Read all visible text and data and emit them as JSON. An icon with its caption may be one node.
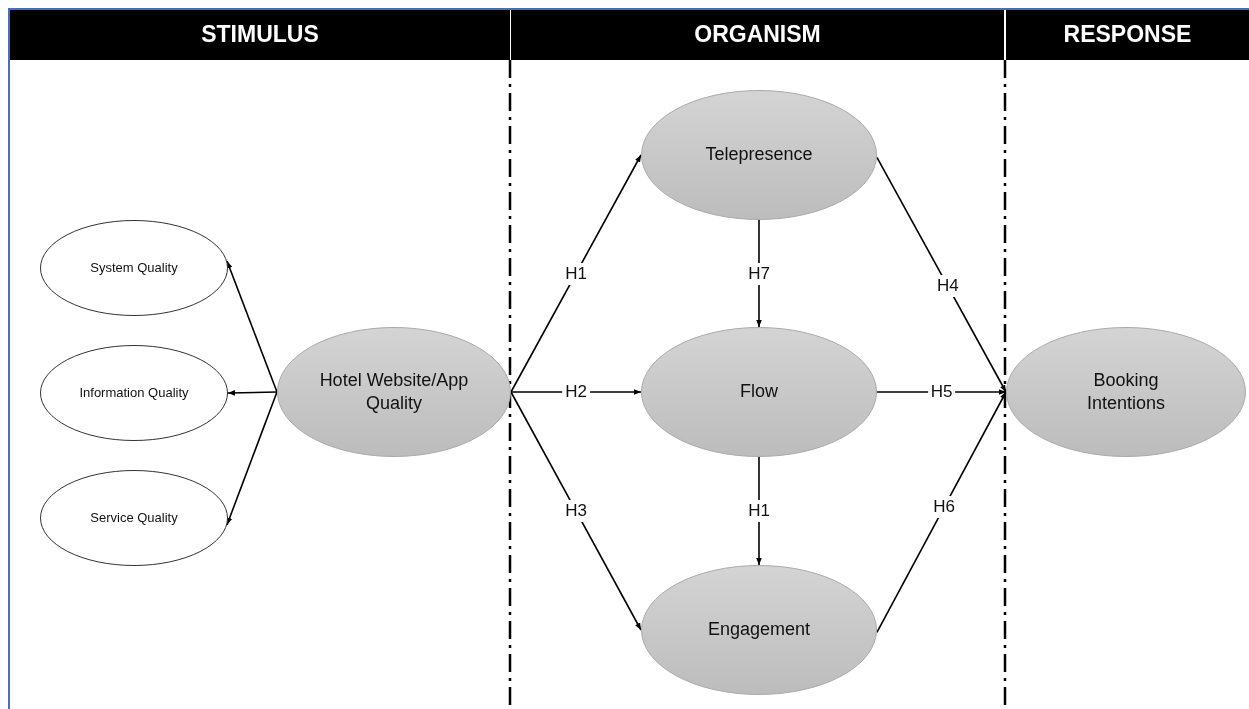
{
  "diagram": {
    "nodes": [
      {
        "text": [
          "STIMULUS"
        ]
      },
      {
        "text": [
          "ORGANISM"
        ]
      },
      {
        "text": [
          "RESPONSE"
        ]
      },
      {
        "text": [
          "System Quality"
        ]
      },
      {
        "text": [
          "Information Quality"
        ]
      },
      {
        "text": [
          "Service Quality"
        ]
      },
      {
        "text": [
          "Hotel Website/App Quality"
        ]
      },
      {
        "text": [
          "Telepresence"
        ]
      },
      {
        "text": [
          "Flow"
        ]
      },
      {
        "text": [
          "Engagement"
        ]
      },
      {
        "text": [
          "Booking Intentions"
        ]
      }
    ],
    "edges": [
      {
        "from": 6,
        "to": 3,
        "arrow": "to"
      },
      {
        "from": 6,
        "to": 4,
        "arrow": "to"
      },
      {
        "from": 6,
        "to": 5,
        "arrow": "to"
      },
      {
        "from": 6,
        "to": 7,
        "arrow": "to",
        "label": "H1"
      },
      {
        "from": 6,
        "to": 8,
        "arrow": "to",
        "label": "H2"
      },
      {
        "from": 6,
        "to": 9,
        "arrow": "to",
        "label": "H3"
      },
      {
        "from": 7,
        "to": 10,
        "arrow": "to",
        "label": "H4"
      },
      {
        "from": 8,
        "to": 10,
        "arrow": "to",
        "label": "H5"
      },
      {
        "from": 9,
        "to": 10,
        "arrow": "to",
        "label": "H6"
      },
      {
        "from": 7,
        "to": 8,
        "arrow": "to",
        "label": "H7"
      },
      {
        "from": 8,
        "to": 9,
        "arrow": "to",
        "label": "H1"
      }
    ]
  }
}
